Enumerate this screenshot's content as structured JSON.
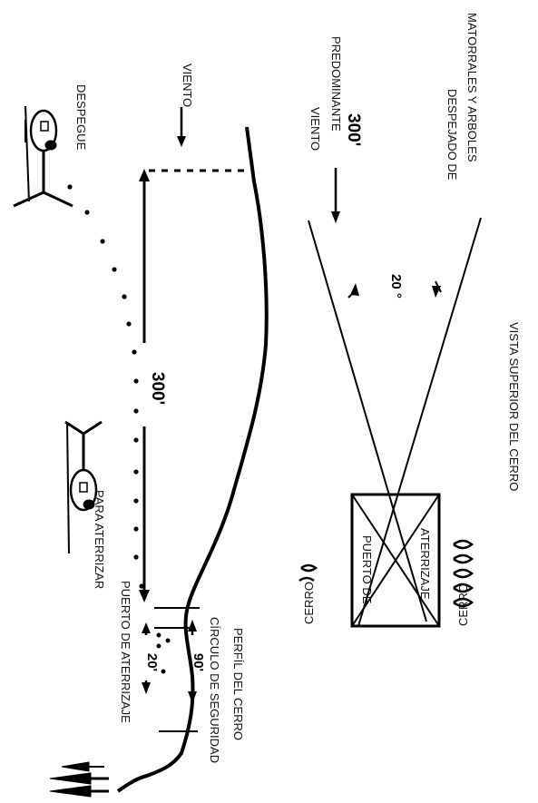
{
  "labels": {
    "despegue": "DESPEGUE",
    "viento": "VIENTO",
    "viento_predominante_1": "VIENTO",
    "viento_predominante_2": "PREDOMINANTE",
    "dist_top_right": "300'",
    "dist_mid": "300'",
    "para_aterrizar": "PARA ATERRIZAR",
    "puerto_de_aterrizaje": "PUERTO DE ATERRIZAJE",
    "dist_20": "20'",
    "dist_90": "90'",
    "circulo_seguridad": "CÍRCULO DE SEGURIDAD",
    "perfil_cerro": "PERFÍL DEL CERRO",
    "angle_20": "20 °",
    "despejado_1": "DESPEJADO DE",
    "despejado_2": "MATORRALES Y ARBOLES",
    "vista_superior": "VISTA SUPERIOR DEL CERRO",
    "pad_puerto_de": "PUERTO DE",
    "pad_aterrizaje": "ATERRIZAJE",
    "cerro_left": "CERRO",
    "cerro_right": "CERRO"
  },
  "colors": {
    "ink": "#000000",
    "background": "#ffffff"
  },
  "icons": [
    "helicopter-icon",
    "helicopter-icon",
    "tree-icon",
    "bush-icon"
  ]
}
